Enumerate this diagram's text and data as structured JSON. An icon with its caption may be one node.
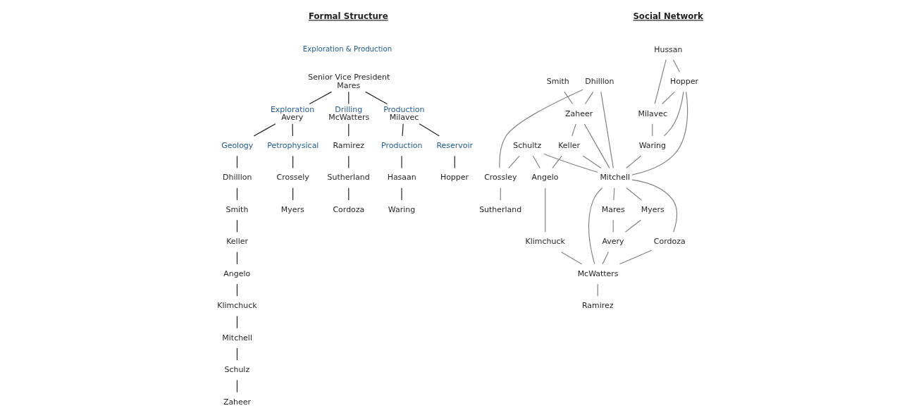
{
  "diagram": {
    "nodes": [
      {
        "text": [
          "Senior Vice President",
          "Mares"
        ]
      },
      {
        "text": [
          "Exploration",
          "Avery"
        ]
      },
      {
        "text": [
          "Drilling",
          "McWatters"
        ]
      },
      {
        "text": [
          "Production",
          "Milavec"
        ]
      },
      {
        "text": [
          "Geology"
        ]
      },
      {
        "text": [
          "Petrophysical"
        ]
      },
      {
        "text": [
          "Production"
        ]
      },
      {
        "text": [
          "Reservoir"
        ]
      },
      {
        "text": [
          "Dhilllon"
        ]
      },
      {
        "text": [
          "Smith"
        ]
      },
      {
        "text": [
          "Keller"
        ]
      },
      {
        "text": [
          "Angelo"
        ]
      },
      {
        "text": [
          "Klimchuck"
        ]
      },
      {
        "text": [
          "Mitchell"
        ]
      },
      {
        "text": [
          "Schulz"
        ]
      },
      {
        "text": [
          "Zaheer"
        ]
      },
      {
        "text": [
          "Crossely"
        ]
      },
      {
        "text": [
          "Myers"
        ]
      },
      {
        "text": [
          "Ramirez"
        ]
      },
      {
        "text": [
          "Sutherland"
        ]
      },
      {
        "text": [
          "Cordoza"
        ]
      },
      {
        "text": [
          "Hasaan"
        ]
      },
      {
        "text": [
          "Waring"
        ]
      },
      {
        "text": [
          "Hopper"
        ]
      },
      {
        "text": [
          "Hussan"
        ]
      },
      {
        "text": [
          "Milavec"
        ]
      },
      {
        "text": [
          "Hopper"
        ]
      },
      {
        "text": [
          "Waring"
        ]
      },
      {
        "text": [
          "Dhilllon"
        ]
      },
      {
        "text": [
          "Mitchell"
        ]
      },
      {
        "text": [
          "Mares"
        ]
      },
      {
        "text": [
          "Myers"
        ]
      },
      {
        "text": [
          "Avery"
        ]
      },
      {
        "text": [
          "Zaheer"
        ]
      },
      {
        "text": [
          "Smith"
        ]
      },
      {
        "text": [
          "Keller"
        ]
      },
      {
        "text": [
          "Schultz"
        ]
      },
      {
        "text": [
          "Cordoza"
        ]
      },
      {
        "text": [
          "McWatters"
        ]
      },
      {
        "text": [
          "Angelo"
        ]
      },
      {
        "text": [
          "Crossley"
        ]
      },
      {
        "text": [
          "Klimchuck"
        ]
      },
      {
        "text": [
          "Ramirez"
        ]
      },
      {
        "text": [
          "Sutherland"
        ]
      }
    ],
    "edges": [
      {
        "from": 0,
        "to": 1,
        "arrow": "none",
        "color": "#231f20"
      },
      {
        "from": 0,
        "to": 2,
        "arrow": "none",
        "color": "#231f20"
      },
      {
        "from": 0,
        "to": 3,
        "arrow": "none",
        "color": "#231f20"
      },
      {
        "from": 1,
        "to": 4,
        "arrow": "none",
        "color": "#231f20"
      },
      {
        "from": 1,
        "to": 5,
        "arrow": "none",
        "color": "#231f20"
      },
      {
        "from": 4,
        "to": 8,
        "arrow": "none",
        "color": "#231f20"
      },
      {
        "from": 8,
        "to": 9,
        "arrow": "none",
        "color": "#231f20"
      },
      {
        "from": 9,
        "to": 10,
        "arrow": "none",
        "color": "#231f20"
      },
      {
        "from": 10,
        "to": 11,
        "arrow": "none",
        "color": "#231f20"
      },
      {
        "from": 11,
        "to": 12,
        "arrow": "none",
        "color": "#231f20"
      },
      {
        "from": 12,
        "to": 13,
        "arrow": "none",
        "color": "#231f20"
      },
      {
        "from": 13,
        "to": 14,
        "arrow": "none",
        "color": "#231f20"
      },
      {
        "from": 14,
        "to": 15,
        "arrow": "none",
        "color": "#231f20"
      },
      {
        "from": 5,
        "to": 16,
        "arrow": "none",
        "color": "#231f20"
      },
      {
        "from": 16,
        "to": 17,
        "arrow": "none",
        "color": "#231f20"
      },
      {
        "from": 2,
        "to": 18,
        "arrow": "none",
        "color": "#231f20"
      },
      {
        "from": 18,
        "to": 19,
        "arrow": "none",
        "color": "#231f20"
      },
      {
        "from": 19,
        "to": 20,
        "arrow": "none",
        "color": "#231f20"
      },
      {
        "from": 3,
        "to": 6,
        "arrow": "none",
        "color": "#231f20"
      },
      {
        "from": 3,
        "to": 7,
        "arrow": "none",
        "color": "#231f20"
      },
      {
        "from": 6,
        "to": 21,
        "arrow": "none",
        "color": "#231f20"
      },
      {
        "from": 21,
        "to": 22,
        "arrow": "none",
        "color": "#231f20"
      },
      {
        "from": 7,
        "to": 23,
        "arrow": "none",
        "color": "#231f20"
      },
      {
        "from": 24,
        "to": 25,
        "arrow": "none"
      },
      {
        "from": 24,
        "to": 26,
        "arrow": "none"
      },
      {
        "from": 26,
        "to": 25,
        "arrow": "none"
      },
      {
        "from": 26,
        "to": 27,
        "arrow": "none"
      },
      {
        "from": 26,
        "to": 29,
        "arrow": "none"
      },
      {
        "from": 25,
        "to": 27,
        "arrow": "none"
      },
      {
        "from": 27,
        "to": 29,
        "arrow": "none"
      },
      {
        "from": 28,
        "to": 29,
        "arrow": "none"
      },
      {
        "from": 28,
        "to": 33,
        "arrow": "none"
      },
      {
        "from": 28,
        "to": 40,
        "arrow": "none"
      },
      {
        "from": 33,
        "to": 29,
        "arrow": "none"
      },
      {
        "from": 34,
        "to": 33,
        "arrow": "none"
      },
      {
        "from": 33,
        "to": 35,
        "arrow": "none"
      },
      {
        "from": 35,
        "to": 29,
        "arrow": "none"
      },
      {
        "from": 36,
        "to": 29,
        "arrow": "none"
      },
      {
        "from": 36,
        "to": 40,
        "arrow": "none"
      },
      {
        "from": 36,
        "to": 39,
        "arrow": "none"
      },
      {
        "from": 35,
        "to": 39,
        "arrow": "none"
      },
      {
        "from": 39,
        "to": 41,
        "arrow": "none"
      },
      {
        "from": 40,
        "to": 43,
        "arrow": "none"
      },
      {
        "from": 29,
        "to": 30,
        "arrow": "none"
      },
      {
        "from": 29,
        "to": 31,
        "arrow": "none"
      },
      {
        "from": 29,
        "to": 37,
        "arrow": "none"
      },
      {
        "from": 29,
        "to": 38,
        "arrow": "none"
      },
      {
        "from": 30,
        "to": 32,
        "arrow": "none"
      },
      {
        "from": 31,
        "to": 32,
        "arrow": "none"
      },
      {
        "from": 32,
        "to": 38,
        "arrow": "none"
      },
      {
        "from": 37,
        "to": 38,
        "arrow": "none"
      },
      {
        "from": 41,
        "to": 38,
        "arrow": "none"
      },
      {
        "from": 38,
        "to": 42,
        "arrow": "none"
      }
    ],
    "labels": [
      "Formal Structure",
      "Exploration & Production",
      "Social Network"
    ]
  }
}
